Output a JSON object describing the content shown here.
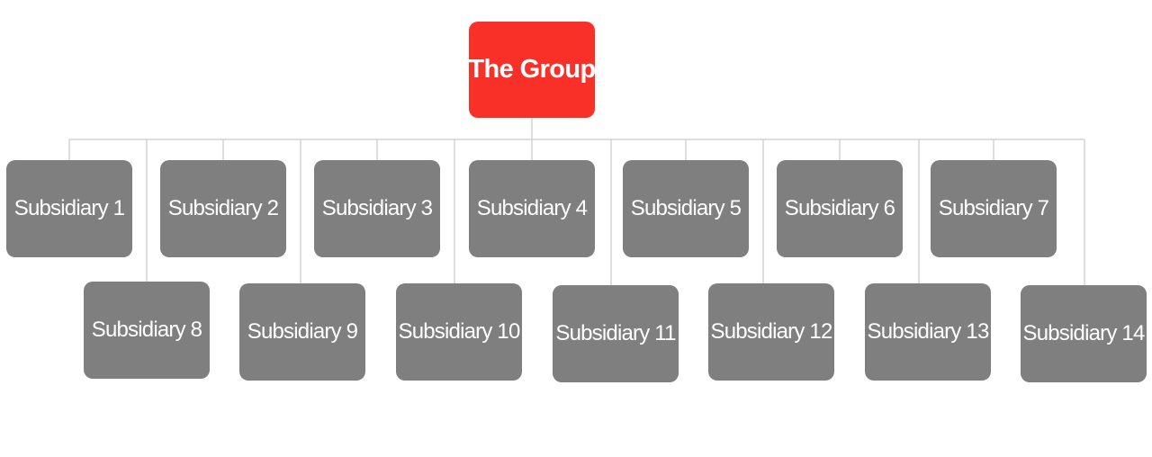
{
  "colors": {
    "root_fill": "#f93027",
    "child_fill": "#7f7f7f",
    "connector": "#c9c9c9",
    "text": "#ffffff"
  },
  "root": {
    "label": "The Group"
  },
  "subsidiaries": [
    {
      "label": "Subsidiary 1"
    },
    {
      "label": "Subsidiary 2"
    },
    {
      "label": "Subsidiary 3"
    },
    {
      "label": "Subsidiary 4"
    },
    {
      "label": "Subsidiary 5"
    },
    {
      "label": "Subsidiary 6"
    },
    {
      "label": "Subsidiary 7"
    },
    {
      "label": "Subsidiary 8"
    },
    {
      "label": "Subsidiary 9"
    },
    {
      "label": "Subsidiary 10"
    },
    {
      "label": "Subsidiary 11"
    },
    {
      "label": "Subsidiary 12"
    },
    {
      "label": "Subsidiary 13"
    },
    {
      "label": "Subsidiary 14"
    }
  ]
}
